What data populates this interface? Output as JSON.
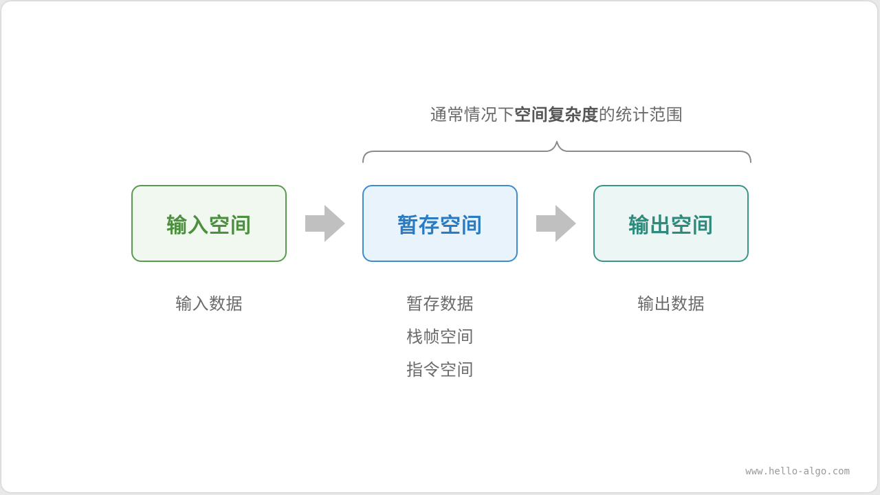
{
  "scope": {
    "prefix": "通常情况下",
    "emphasis": "空间复杂度",
    "suffix": "的统计范围"
  },
  "stages": [
    {
      "title": "输入空间",
      "items": [
        "输入数据"
      ],
      "color": "#4c8f3f"
    },
    {
      "title": "暂存空间",
      "items": [
        "暂存数据",
        "栈帧空间",
        "指令空间"
      ],
      "color": "#2b7bc2"
    },
    {
      "title": "输出空间",
      "items": [
        "输出数据"
      ],
      "color": "#2f8a7c"
    }
  ],
  "arrow_color": "#c0c0c0",
  "watermark": "www.hello-algo.com"
}
